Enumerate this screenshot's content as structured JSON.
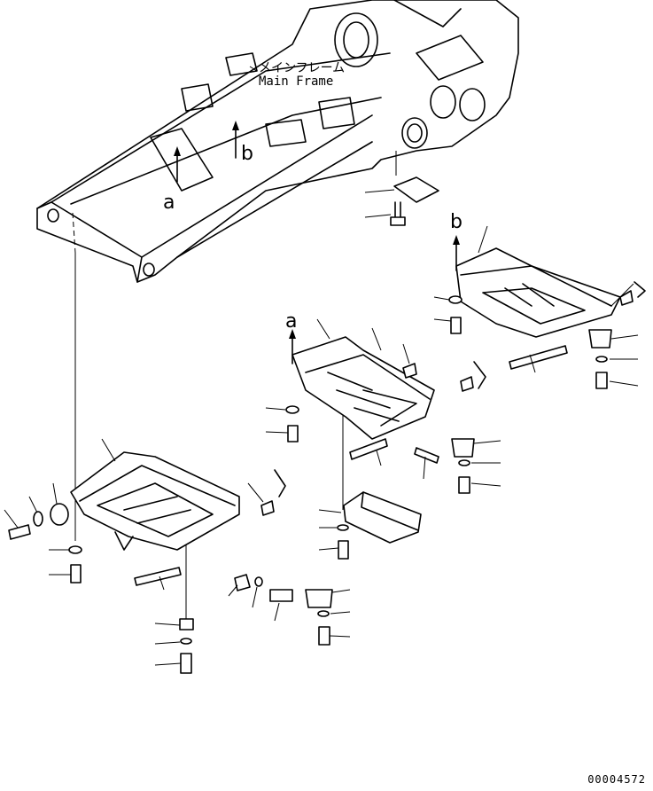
{
  "main_frame": {
    "label_jp": "メインフレーム",
    "label_en": "Main Frame"
  },
  "callouts": {
    "a_top": "a",
    "b_top": "b",
    "a_guard": "a",
    "b_guard": "b"
  },
  "drawing_code": "00004572"
}
